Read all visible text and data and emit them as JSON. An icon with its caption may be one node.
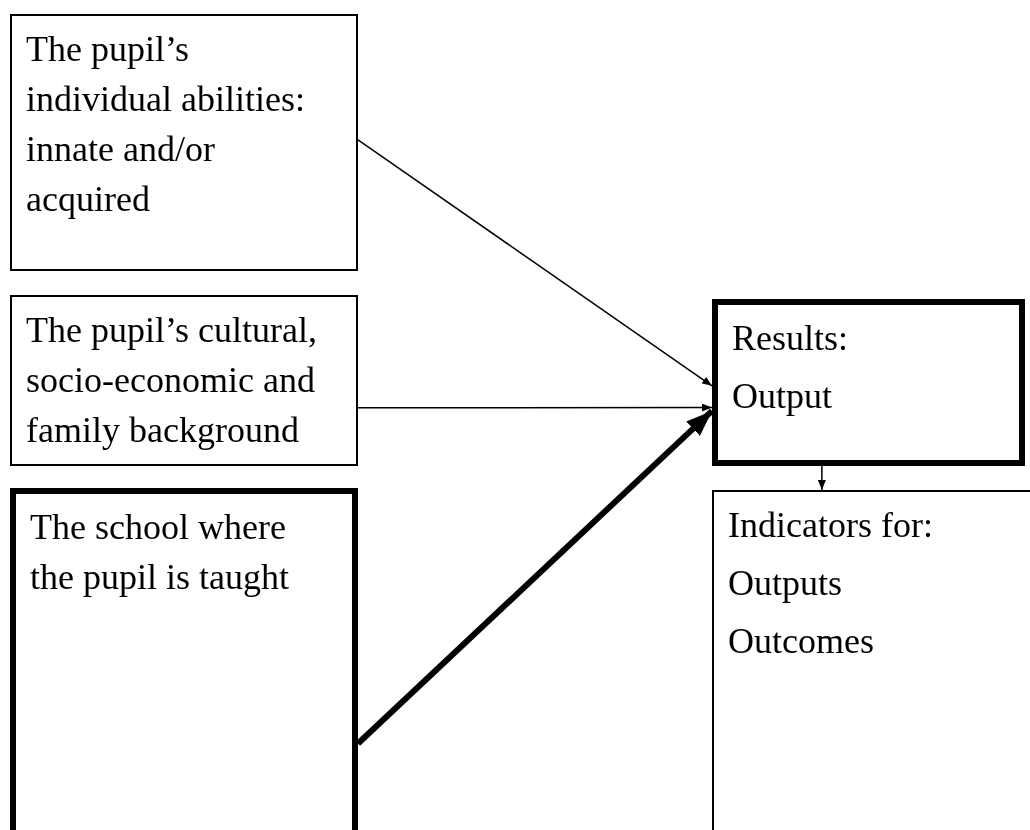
{
  "diagram": {
    "nodes": [
      {
        "text": [
          "The pupil’s individual abilities: innate and/or acquired"
        ]
      },
      {
        "text": [
          "The pupil’s cultural, socio-economic and family background"
        ]
      },
      {
        "text": [
          "The school where the pupil is taught"
        ]
      },
      {
        "text": [
          "Results:",
          "Output"
        ]
      },
      {
        "text": [
          "Indicators for:",
          "Outputs",
          "Outcomes"
        ]
      }
    ],
    "edges": [
      {
        "from": 0,
        "to": 3,
        "arrow": "to"
      },
      {
        "from": 1,
        "to": 3,
        "arrow": "to"
      },
      {
        "from": 2,
        "to": 3,
        "arrow": "to",
        "style": "thick"
      },
      {
        "from": 3,
        "to": 4,
        "arrow": "to"
      }
    ]
  }
}
